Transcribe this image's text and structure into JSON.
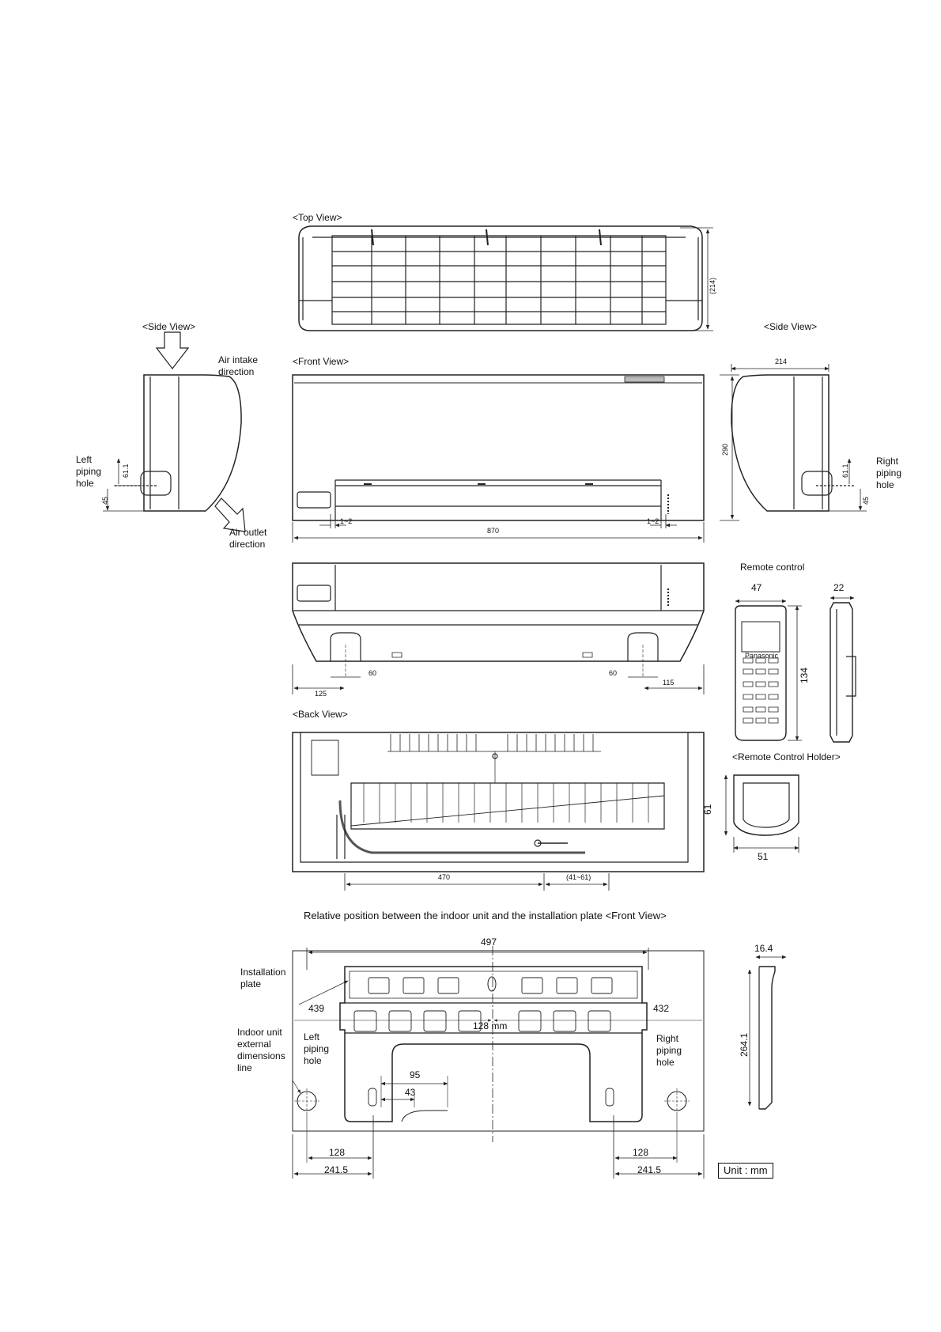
{
  "views": {
    "top": "<Top View>",
    "side_left": "<Side View>",
    "side_right": "<Side View>",
    "front": "<Front View>",
    "back": "<Back View>",
    "remote_control": "Remote control",
    "remote_holder": "<Remote Control Holder>",
    "relative_position": "Relative position between the indoor unit and the installation plate <Front View>"
  },
  "annotations": {
    "air_intake": "Air intake direction",
    "air_outlet": "Air outlet direction",
    "left_piping": "Left piping hole",
    "right_piping": "Right piping hole",
    "installation_plate": "Installation plate",
    "indoor_unit_line": "Indoor unit external dimensions line",
    "unit": "Unit : mm",
    "brand": "Panasonic"
  },
  "dimensions": {
    "top_depth": "(214)",
    "side_depth": "214",
    "height": "290",
    "width": "870",
    "gap_left": "1~2",
    "gap_right": "1~2",
    "left_hole_h": "61.1",
    "left_hole_b": "45",
    "right_hole_h": "61.1",
    "right_hole_b": "45",
    "bottom_125": "125",
    "bottom_60_l": "60",
    "bottom_60_r": "60",
    "bottom_115": "115",
    "rc_width": "47",
    "rc_depth": "22",
    "rc_height": "134",
    "holder_h": "61",
    "holder_w": "51",
    "back_470": "470",
    "back_41_61": "(41~61)",
    "plate_497": "497",
    "plate_439": "439",
    "plate_432": "432",
    "plate_128mm": "128 mm",
    "plate_95": "95",
    "plate_43": "43",
    "plate_128_l": "128",
    "plate_2415_l": "241.5",
    "plate_128_r": "128",
    "plate_2415_r": "241.5",
    "plate_164": "16.4",
    "plate_2641": "264.1"
  }
}
